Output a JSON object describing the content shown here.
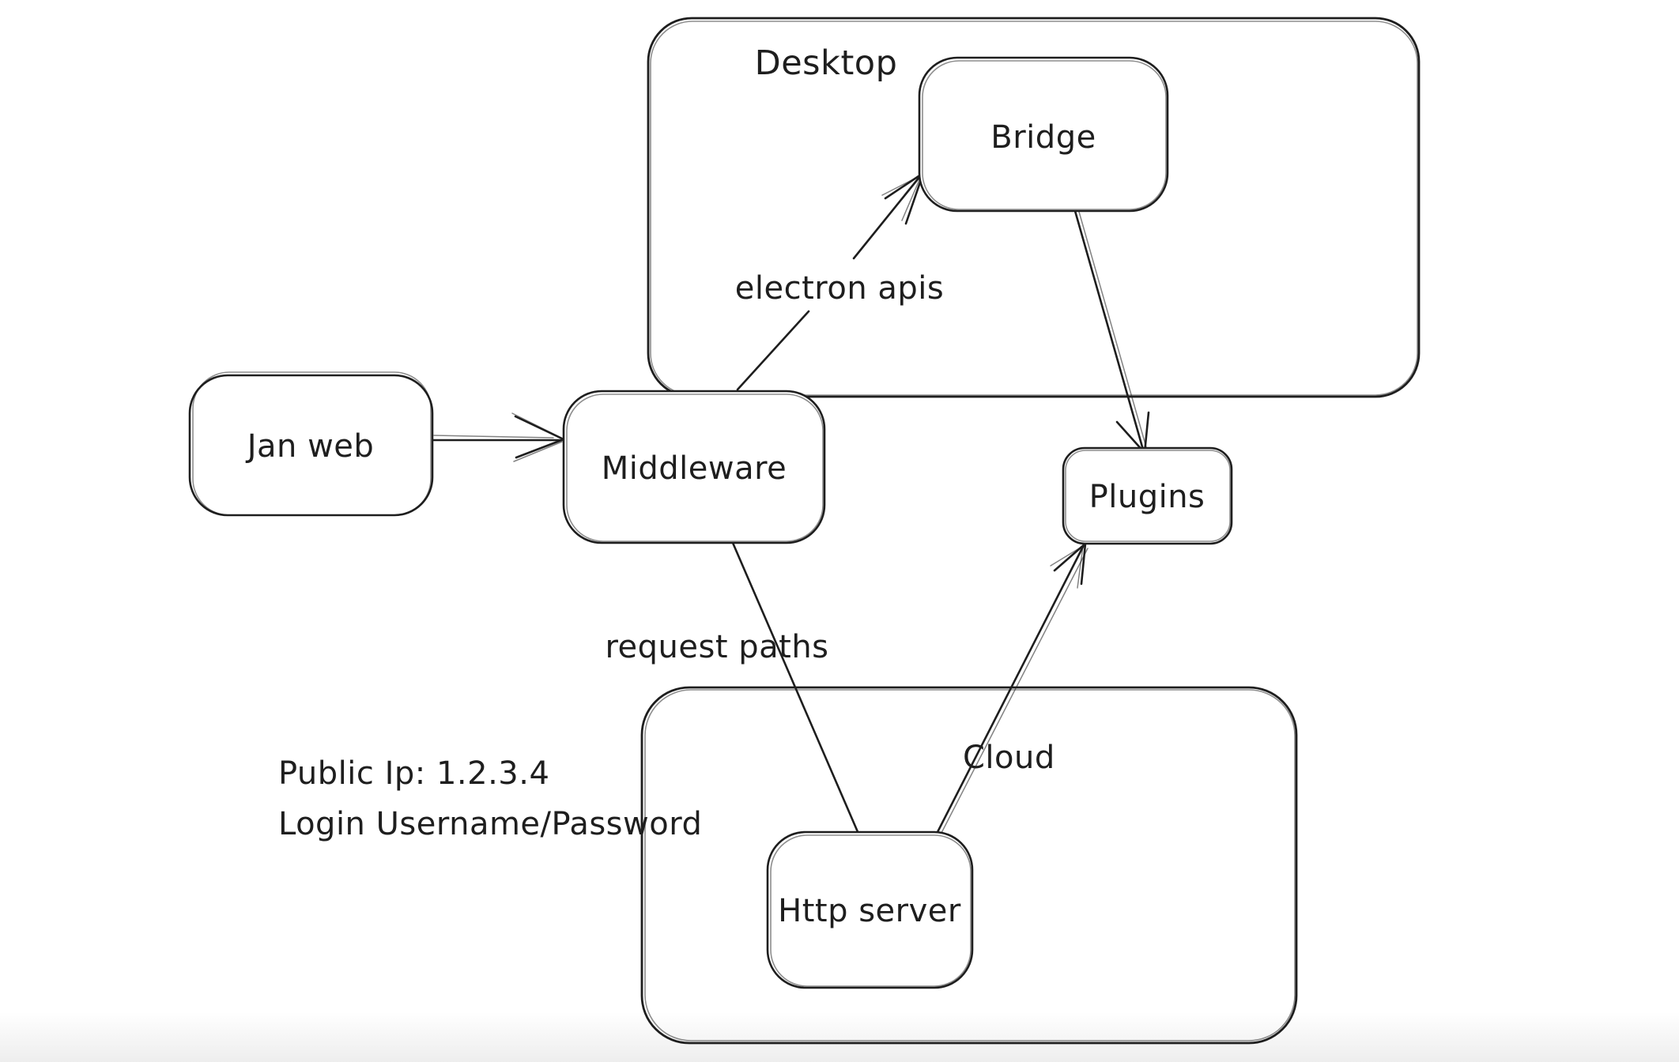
{
  "colors": {
    "stroke": "#1e1e1e",
    "background": "#ffffff",
    "bottom_fade": "#ebebeb"
  },
  "containers": {
    "desktop": {
      "label": "Desktop"
    },
    "cloud": {
      "label": "Cloud"
    }
  },
  "nodes": {
    "jan_web": {
      "label": "Jan web"
    },
    "middleware": {
      "label": "Middleware"
    },
    "bridge": {
      "label": "Bridge"
    },
    "plugins": {
      "label": "Plugins"
    },
    "http_server": {
      "label": "Http server"
    }
  },
  "edges": [
    {
      "from": "Jan web",
      "to": "Middleware",
      "label": ""
    },
    {
      "from": "Middleware",
      "to": "Bridge",
      "label": "electron apis"
    },
    {
      "from": "Bridge",
      "to": "Plugins",
      "label": ""
    },
    {
      "from": "Middleware",
      "to": "Http server",
      "label": "request paths"
    },
    {
      "from": "Http server",
      "to": "Plugins",
      "label": ""
    }
  ],
  "annotation": {
    "line1": "Public Ip: 1.2.3.4",
    "line2": "Login Username/Password"
  }
}
